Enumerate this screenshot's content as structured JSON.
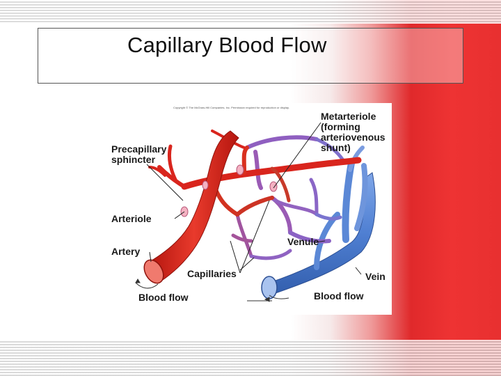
{
  "slide": {
    "title": "Capillary Blood Flow"
  },
  "figure": {
    "copyright": "Copyright © The McGraw-Hill Companies, Inc. Permission required for reproduction or display.",
    "labels": {
      "precapillary_sphincter_line1": "Precapillary",
      "precapillary_sphincter_line2": "sphincter",
      "arteriole": "Arteriole",
      "artery": "Artery",
      "capillaries": "Capillaries",
      "blood_flow_left": "Blood flow",
      "metarteriole_line1": "Metarteriole",
      "metarteriole_line2": "(forming",
      "metarteriole_line3": "arteriovenous",
      "metarteriole_line4": "shunt)",
      "venule": "Venule",
      "vein": "Vein",
      "blood_flow_right": "Blood flow"
    }
  },
  "colors": {
    "artery_red": "#d9251d",
    "capillary_purple": "#9a5bb5",
    "vein_blue": "#4f7fd2",
    "accent_red": "#e0292b"
  }
}
